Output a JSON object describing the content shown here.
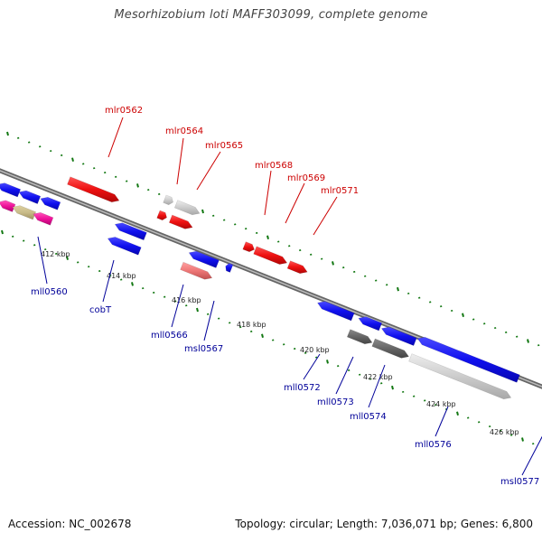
{
  "title": "Mesorhizobium loti MAFF303099, complete genome",
  "footer": {
    "accession": "Accession: NC_002678",
    "topology": "Topology: circular; Length: 7,036,071 bp; Genes: 6,800"
  },
  "colors": {
    "forward_label": "#cc0000",
    "reverse_label": "#000099",
    "tick": "#117711",
    "backbone": "#888888",
    "blue": "#1010ee",
    "red": "#ee1111",
    "grey": "#cccccc",
    "dark_grey": "#666666",
    "pink": "#ee7777",
    "magenta": "#ee1199",
    "olive": "#c8bb88"
  },
  "scale_labels": [
    "412 kbp",
    "414 kbp",
    "416 kbp",
    "418 kbp",
    "420 kbp",
    "422 kbp",
    "424 kbp",
    "426 kbp"
  ],
  "genes_forward": [
    "mlr0562",
    "mlr0564",
    "mlr0565",
    "mlr0568",
    "mlr0569",
    "mlr0571"
  ],
  "genes_reverse": [
    "mll0560",
    "cobT",
    "mll0566",
    "msl0567",
    "mll0572",
    "mll0573",
    "mll0574",
    "mll0576",
    "msl0577"
  ]
}
